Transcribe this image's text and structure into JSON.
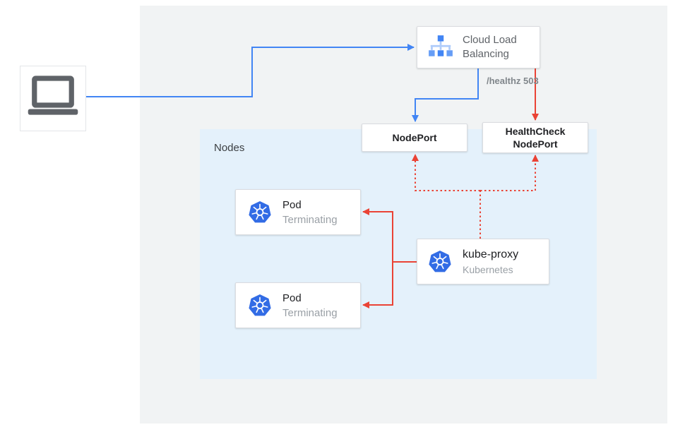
{
  "colors": {
    "blue": "#4285f4",
    "red": "#ea4335",
    "canvas_gray": "#f1f3f4",
    "nodes_blue": "#e4f1fb",
    "box_border": "#dadce0",
    "text_dark": "#202124",
    "text_secondary": "#5f6368",
    "text_muted": "#9aa0a6",
    "healthz_gray": "#80868b",
    "k8s_blue": "#326ce5",
    "laptop_gray": "#5f6368"
  },
  "diagram": {
    "cloud_lb": {
      "label_line1": "Cloud Load",
      "label_line2": "Balancing"
    },
    "healthz_label": "/healthz 503",
    "nodeport_label": "NodePort",
    "healthcheck_line1": "HealthCheck",
    "healthcheck_line2": "NodePort",
    "nodes_panel_label": "Nodes",
    "pods": [
      {
        "title": "Pod",
        "status": "Terminating"
      },
      {
        "title": "Pod",
        "status": "Terminating"
      }
    ],
    "kube_proxy": {
      "title": "kube-proxy",
      "subtitle": "Kubernetes"
    }
  }
}
